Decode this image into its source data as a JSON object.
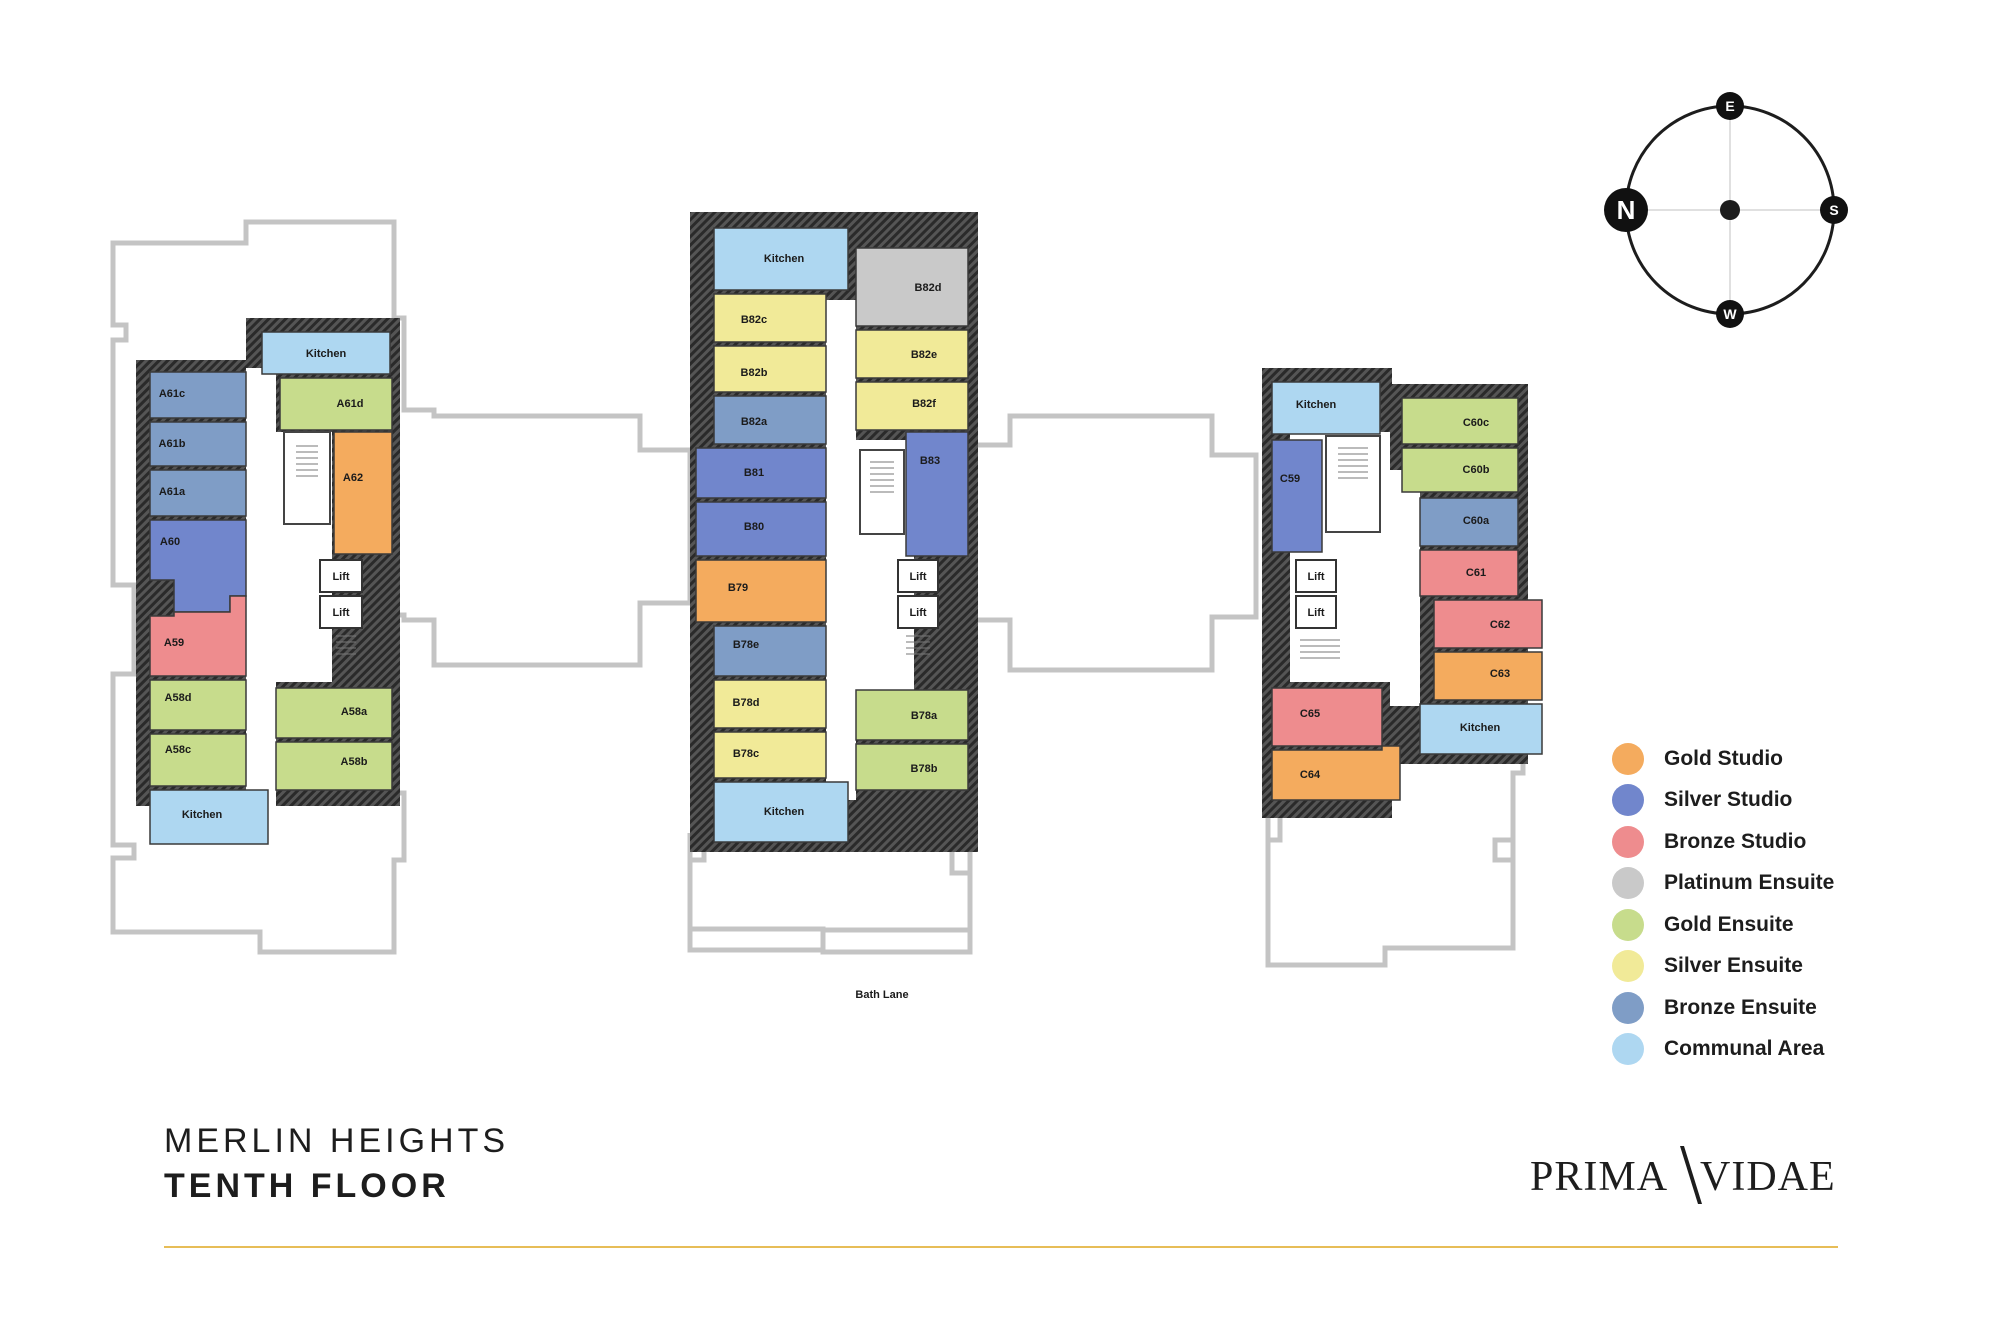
{
  "document": {
    "building": "MERLIN HEIGHTS",
    "floor": "TENTH FLOOR",
    "brand": "PRIMA VIDAE",
    "street": "Bath Lane"
  },
  "compass": {
    "north": "N",
    "east": "E",
    "south": "S",
    "west": "W"
  },
  "colors": {
    "gold_studio": "#f4ab5e",
    "silver_studio": "#7186cc",
    "bronze_studio": "#ee8c8e",
    "platinum_ensuite": "#c9c9c9",
    "gold_ensuite": "#c7dc8c",
    "silver_ensuite": "#f1ea98",
    "bronze_ensuite": "#7f9dc6",
    "communal_area": "#aed7f1",
    "outline": "#c4c4c4",
    "wall": "#3a3a3a",
    "accent_rule": "#e7bd57"
  },
  "legend": [
    {
      "label": "Gold Studio",
      "type": "gold_studio"
    },
    {
      "label": "Silver Studio",
      "type": "silver_studio"
    },
    {
      "label": "Bronze Studio",
      "type": "bronze_studio"
    },
    {
      "label": "Platinum Ensuite",
      "type": "platinum_ensuite"
    },
    {
      "label": "Gold Ensuite",
      "type": "gold_ensuite"
    },
    {
      "label": "Silver Ensuite",
      "type": "silver_ensuite"
    },
    {
      "label": "Bronze Ensuite",
      "type": "bronze_ensuite"
    },
    {
      "label": "Communal Area",
      "type": "communal_area"
    }
  ],
  "blocks": {
    "a": {
      "rooms": [
        {
          "label": "Kitchen",
          "type": "communal_area"
        },
        {
          "label": "A61c",
          "type": "bronze_ensuite"
        },
        {
          "label": "A61b",
          "type": "bronze_ensuite"
        },
        {
          "label": "A61a",
          "type": "bronze_ensuite"
        },
        {
          "label": "A61d",
          "type": "gold_ensuite"
        },
        {
          "label": "A62",
          "type": "gold_studio"
        },
        {
          "label": "A60",
          "type": "silver_studio"
        },
        {
          "label": "A59",
          "type": "bronze_studio"
        },
        {
          "label": "A58d",
          "type": "gold_ensuite"
        },
        {
          "label": "A58c",
          "type": "gold_ensuite"
        },
        {
          "label": "A58a",
          "type": "gold_ensuite"
        },
        {
          "label": "A58b",
          "type": "gold_ensuite"
        },
        {
          "label": "Kitchen",
          "type": "communal_area"
        }
      ],
      "lifts": [
        "Lift",
        "Lift"
      ]
    },
    "b": {
      "rooms": [
        {
          "label": "Kitchen",
          "type": "communal_area"
        },
        {
          "label": "B82d",
          "type": "platinum_ensuite"
        },
        {
          "label": "B82c",
          "type": "silver_ensuite"
        },
        {
          "label": "B82b",
          "type": "silver_ensuite"
        },
        {
          "label": "B82e",
          "type": "silver_ensuite"
        },
        {
          "label": "B82f",
          "type": "silver_ensuite"
        },
        {
          "label": "B82a",
          "type": "bronze_ensuite"
        },
        {
          "label": "B81",
          "type": "silver_studio"
        },
        {
          "label": "B80",
          "type": "silver_studio"
        },
        {
          "label": "B83",
          "type": "silver_studio"
        },
        {
          "label": "B79",
          "type": "gold_studio"
        },
        {
          "label": "B78e",
          "type": "bronze_ensuite"
        },
        {
          "label": "B78d",
          "type": "silver_ensuite"
        },
        {
          "label": "B78c",
          "type": "silver_ensuite"
        },
        {
          "label": "B78a",
          "type": "gold_ensuite"
        },
        {
          "label": "B78b",
          "type": "gold_ensuite"
        },
        {
          "label": "Kitchen",
          "type": "communal_area"
        }
      ],
      "lifts": [
        "Lift",
        "Lift"
      ]
    },
    "c": {
      "rooms": [
        {
          "label": "Kitchen",
          "type": "communal_area"
        },
        {
          "label": "C59",
          "type": "silver_studio"
        },
        {
          "label": "C60c",
          "type": "gold_ensuite"
        },
        {
          "label": "C60b",
          "type": "gold_ensuite"
        },
        {
          "label": "C60a",
          "type": "bronze_ensuite"
        },
        {
          "label": "C61",
          "type": "bronze_studio"
        },
        {
          "label": "C62",
          "type": "bronze_studio"
        },
        {
          "label": "C63",
          "type": "gold_studio"
        },
        {
          "label": "C65",
          "type": "bronze_studio"
        },
        {
          "label": "C64",
          "type": "gold_studio"
        },
        {
          "label": "Kitchen",
          "type": "communal_area"
        }
      ],
      "lifts": [
        "Lift",
        "Lift"
      ]
    }
  }
}
